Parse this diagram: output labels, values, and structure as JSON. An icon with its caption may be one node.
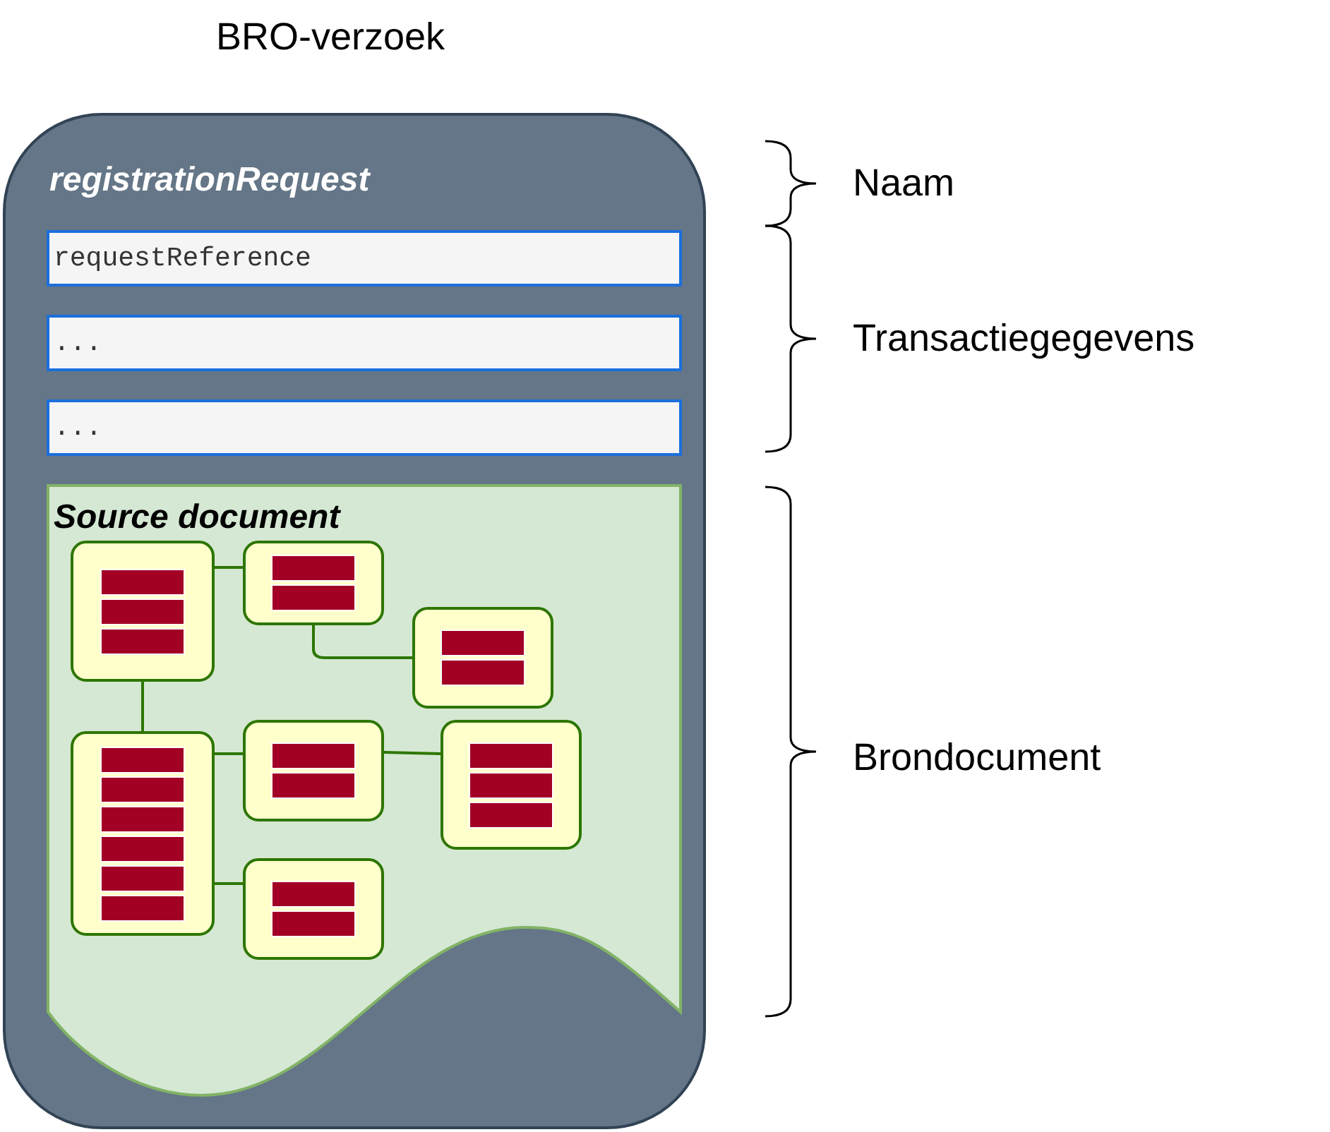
{
  "diagram": {
    "title": "BRO-verzoek",
    "nodes": [
      {
        "text": [
          "registrationRequest"
        ]
      },
      {
        "text": [
          "requestReference"
        ],
        "in": 0
      },
      {
        "text": [
          "..."
        ],
        "in": 0
      },
      {
        "text": [
          "..."
        ],
        "in": 0
      },
      {
        "text": [
          "Source document"
        ],
        "in": 0
      },
      {
        "text": [],
        "shape": "box",
        "in": 4
      },
      {
        "text": [],
        "shape": "box",
        "in": 4
      },
      {
        "text": [],
        "shape": "box",
        "in": 4
      },
      {
        "text": [],
        "shape": "box",
        "in": 4
      },
      {
        "text": [],
        "shape": "box",
        "in": 4
      },
      {
        "text": [],
        "shape": "box",
        "in": 4
      },
      {
        "text": [],
        "shape": "box",
        "in": 4
      }
    ],
    "edges": [
      {
        "from": 5,
        "to": 6,
        "arrow": "none"
      },
      {
        "from": 6,
        "to": 7,
        "arrow": "none"
      },
      {
        "from": 5,
        "to": 8,
        "arrow": "none"
      },
      {
        "from": 8,
        "to": 9,
        "arrow": "none"
      },
      {
        "from": 9,
        "to": 10,
        "arrow": "none"
      },
      {
        "from": 8,
        "to": 11,
        "arrow": "none"
      }
    ],
    "labels": [
      "Naam",
      "Transactiegegevens",
      "Brondocument"
    ]
  }
}
